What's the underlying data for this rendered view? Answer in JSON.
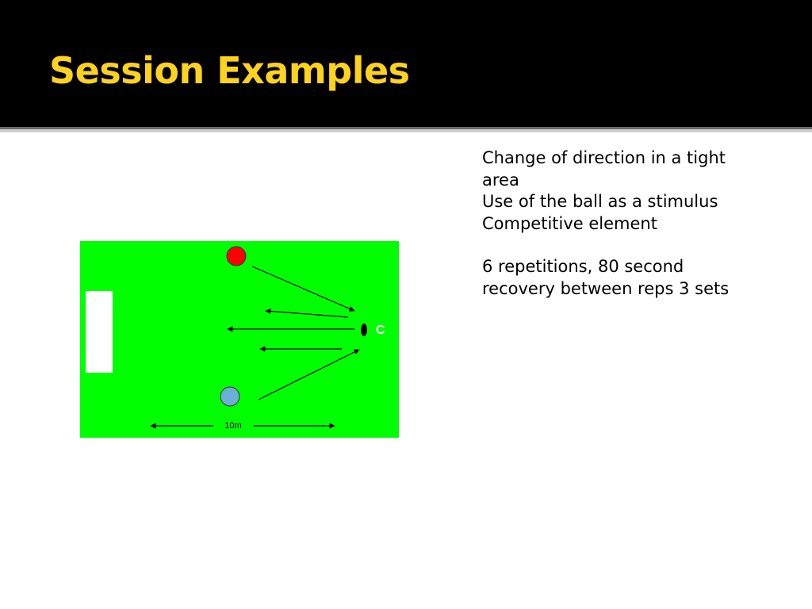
{
  "title": "Session Examples",
  "colors": {
    "title_text": "#FFD21F",
    "title_bar": "#000000",
    "pitch": "#00FF00",
    "red_player": "#FF0000",
    "blue_player": "#6BAED6",
    "goal": "#FFFFFF"
  },
  "notes": {
    "group1": [
      "Change of direction in a tight",
      "area",
      "Use of the ball as a stimulus",
      "Competitive element"
    ],
    "group2": [
      "6 repetitions, 80 second",
      "recovery between reps 3 sets"
    ]
  },
  "diagram": {
    "coach_label": "C",
    "distance_label": "10m"
  }
}
